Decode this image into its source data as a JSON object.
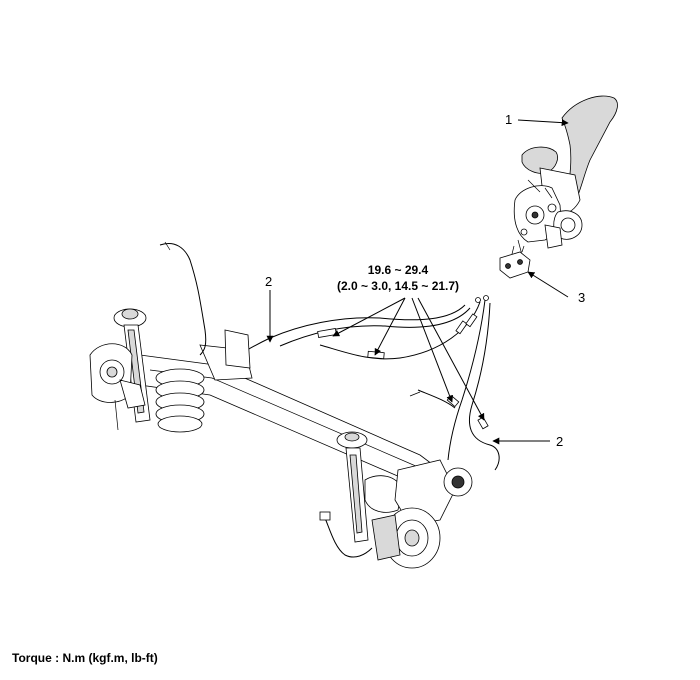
{
  "callouts": {
    "lever": "1",
    "cable_left": "2",
    "cable_right": "2",
    "equalizer": "3"
  },
  "torque": {
    "primary": "19.6 ~ 29.4",
    "secondary": "(2.0 ~ 3.0, 14.5 ~ 21.7)"
  },
  "footer": {
    "torque_units": "Torque : N.m (kgf.m, lb-ft)"
  }
}
